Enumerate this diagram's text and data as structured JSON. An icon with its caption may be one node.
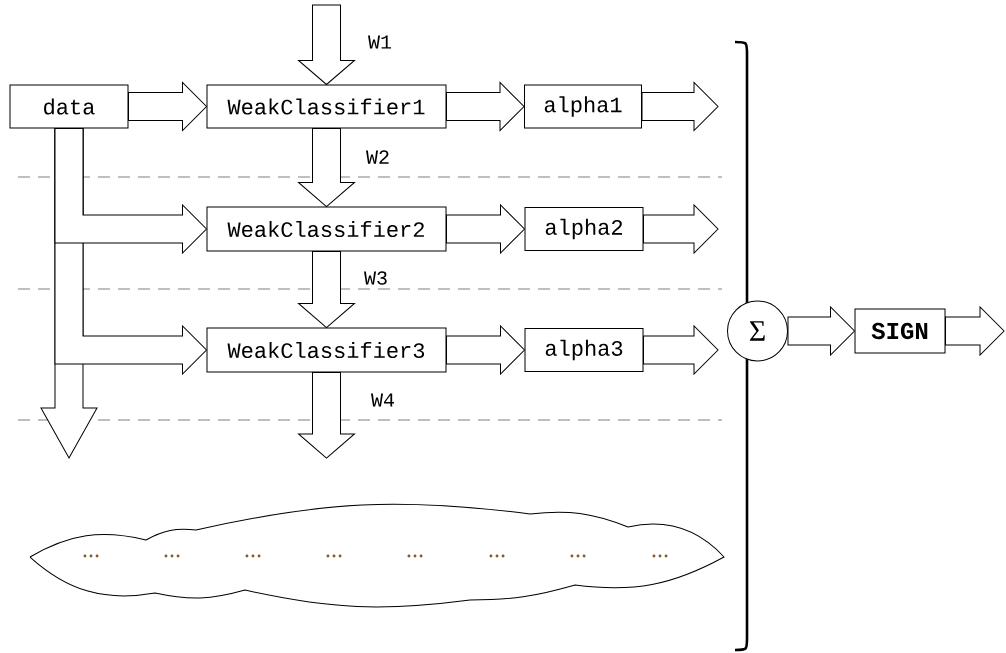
{
  "diagram": {
    "nodes": [
      {
        "text": [
          "data"
        ]
      },
      {
        "text": [
          "WeakClassifier1"
        ]
      },
      {
        "text": [
          "alpha1"
        ]
      },
      {
        "text": [
          "WeakClassifier2"
        ]
      },
      {
        "text": [
          "alpha2"
        ]
      },
      {
        "text": [
          "WeakClassifier3"
        ]
      },
      {
        "text": [
          "alpha3"
        ]
      },
      {
        "text": [
          "Σ"
        ]
      },
      {
        "text": [
          "SIGN"
        ]
      },
      {
        "text": [
          "…",
          "…",
          "…",
          "…",
          "…",
          "…",
          "…",
          "…"
        ]
      }
    ],
    "edges": [
      {
        "from": null,
        "to": 1,
        "arrow": "to",
        "label": "W1"
      },
      {
        "from": 0,
        "to": 1,
        "arrow": "to"
      },
      {
        "from": 1,
        "to": 2,
        "arrow": "to"
      },
      {
        "from": 2,
        "to": null,
        "arrow": "to"
      },
      {
        "from": 1,
        "to": 3,
        "arrow": "to",
        "label": "W2"
      },
      {
        "from": 0,
        "to": 3,
        "arrow": "to"
      },
      {
        "from": 3,
        "to": 4,
        "arrow": "to"
      },
      {
        "from": 4,
        "to": null,
        "arrow": "to"
      },
      {
        "from": 3,
        "to": 5,
        "arrow": "to",
        "label": "W3"
      },
      {
        "from": 0,
        "to": 5,
        "arrow": "to"
      },
      {
        "from": 5,
        "to": 6,
        "arrow": "to"
      },
      {
        "from": 6,
        "to": null,
        "arrow": "to"
      },
      {
        "from": 5,
        "to": null,
        "arrow": "to",
        "label": "W4"
      },
      {
        "from": 0,
        "to": null,
        "arrow": "to"
      },
      {
        "from": 7,
        "to": 8,
        "arrow": "to"
      },
      {
        "from": 8,
        "to": null,
        "arrow": "to"
      }
    ]
  }
}
